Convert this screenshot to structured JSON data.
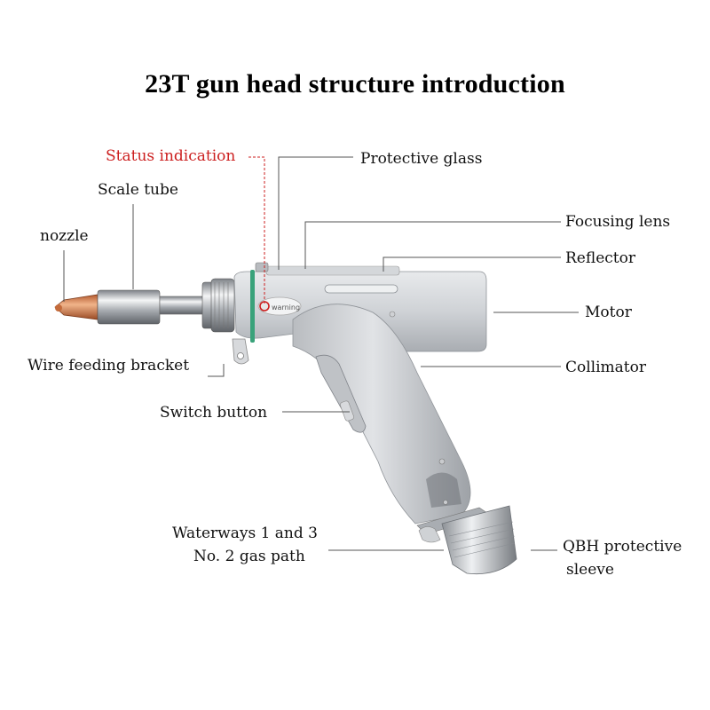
{
  "title": "23T gun head structure introduction",
  "labels": {
    "status_indication": "Status indication",
    "protective_glass": "Protective glass",
    "scale_tube": "Scale tube",
    "nozzle": "nozzle",
    "focusing_lens": "Focusing lens",
    "reflector": "Reflector",
    "motor": "Motor",
    "wire_feeding_bracket": "Wire feeding bracket",
    "collimator": "Collimator",
    "switch_button": "Switch button",
    "waterways_line1": "Waterways 1 and 3",
    "waterways_line2": "No. 2 gas path",
    "qbh_line1": "QBH protective",
    "qbh_line2": "sleeve",
    "warning_text": "warning"
  },
  "colors": {
    "status_label": "#cc1f1f",
    "body": "#c9ccd0",
    "nozzle": "#d9844f",
    "ring": "#39a27a"
  }
}
